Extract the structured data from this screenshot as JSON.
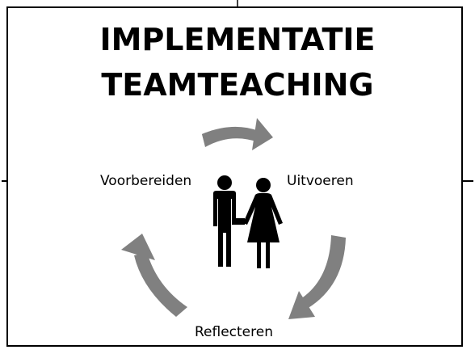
{
  "title": {
    "line1": "IMPLEMENTATIE",
    "line2": "TEAMTEACHING"
  },
  "cycle": {
    "steps": [
      {
        "label": "Voorbereiden"
      },
      {
        "label": "Uitvoeren"
      },
      {
        "label": "Reflecteren"
      }
    ],
    "arrow_color": "#808080",
    "center_icon": "man-woman-holding-hands-icon"
  },
  "colors": {
    "text": "#000000",
    "frame": "#000000",
    "background": "#ffffff",
    "people": "#000000"
  }
}
